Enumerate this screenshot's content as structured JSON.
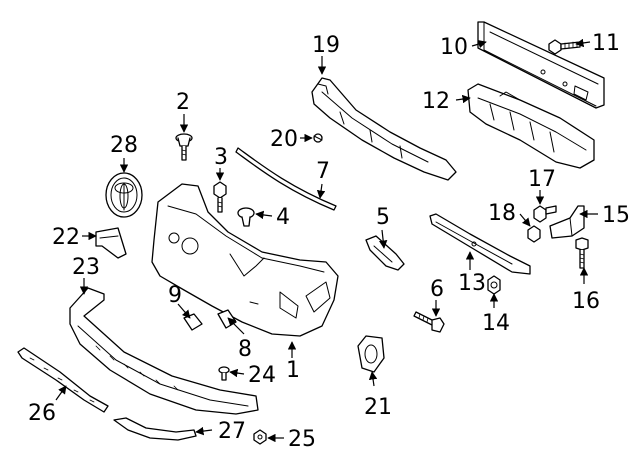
{
  "callouts": {
    "c1": "1",
    "c2": "2",
    "c3": "3",
    "c4": "4",
    "c5": "5",
    "c6": "6",
    "c7": "7",
    "c8": "8",
    "c9": "9",
    "c10": "10",
    "c11": "11",
    "c12": "12",
    "c13": "13",
    "c14": "14",
    "c15": "15",
    "c16": "16",
    "c17": "17",
    "c18": "18",
    "c19": "19",
    "c20": "20",
    "c21": "21",
    "c22": "22",
    "c23": "23",
    "c24": "24",
    "c25": "25",
    "c26": "26",
    "c27": "27",
    "c28": "28"
  },
  "colors": {
    "line": "#000000",
    "background": "#ffffff"
  }
}
